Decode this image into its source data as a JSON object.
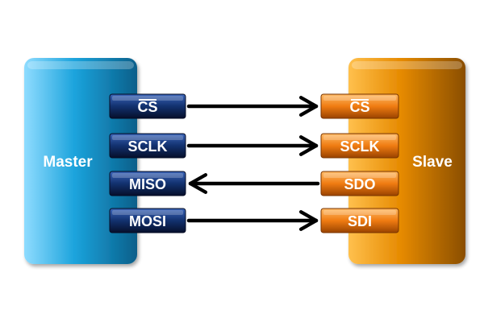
{
  "master": {
    "label": "Master",
    "colors": {
      "face": "#1ba3dc",
      "highlight": "#8fdcff",
      "shadow": "#0a5f8a"
    },
    "pins": [
      {
        "name": "CS",
        "overline": true
      },
      {
        "name": "SCLK",
        "overline": false
      },
      {
        "name": "MISO",
        "overline": false
      },
      {
        "name": "MOSI",
        "overline": false
      }
    ],
    "pin_colors": {
      "face": "#12316f",
      "highlight": "#3a64b8",
      "shadow": "#060f2b"
    }
  },
  "slave": {
    "label": "Slave",
    "colors": {
      "face": "#e68a00",
      "highlight": "#ffc04d",
      "shadow": "#8a4e00"
    },
    "pins": [
      {
        "name": "CS",
        "overline": true
      },
      {
        "name": "SCLK",
        "overline": false
      },
      {
        "name": "SDO",
        "overline": false
      },
      {
        "name": "SDI",
        "overline": false
      }
    ],
    "pin_colors": {
      "face": "#f07c12",
      "highlight": "#ffbb66",
      "shadow": "#9a4300"
    }
  },
  "connections": [
    {
      "from": "CS",
      "to": "CS",
      "direction": "master-to-slave"
    },
    {
      "from": "SCLK",
      "to": "SCLK",
      "direction": "master-to-slave"
    },
    {
      "from": "MISO",
      "to": "SDO",
      "direction": "slave-to-master"
    },
    {
      "from": "MOSI",
      "to": "SDI",
      "direction": "master-to-slave"
    }
  ],
  "arrow_color": "#000000"
}
